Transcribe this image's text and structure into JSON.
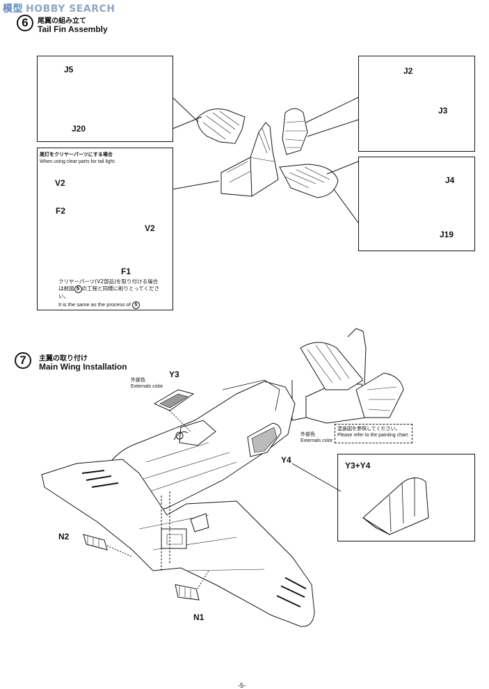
{
  "watermark": {
    "cjk": "模型",
    "text": "HOBBY SEARCH"
  },
  "step6": {
    "number": "6",
    "title_jp": "尾翼の組み立て",
    "title_en": "Tail Fin Assembly",
    "parts": {
      "j5": "J5",
      "j20": "J20",
      "j2": "J2",
      "j3": "J3",
      "j4": "J4",
      "j19": "J19"
    },
    "clear_box": {
      "title_jp": "尾灯をクリヤーパーツにする場合",
      "title_en": "When using clear parts for tail light.",
      "v2_left": "V2",
      "v2_right": "V2",
      "f2": "F2",
      "f1": "F1",
      "note_jp_1": "クリヤーパーツ(V2部品)を取り付ける場合",
      "note_jp_2a": "は前図",
      "note_jp_2b": "の工程と同様に削りとってくださ",
      "note_jp_3": "い。",
      "note_en": "It is the same as the process of",
      "ref_step": "5"
    }
  },
  "step7": {
    "number": "7",
    "title_jp": "主翼の取り付け",
    "title_en": "Main Wing Installation",
    "y3": "Y3",
    "y4": "Y4",
    "ext_color_jp": "外部色",
    "ext_color_en": "Externals color",
    "painting_jp": "塗装図を参照してください。",
    "painting_en": "Please refer to the painting chart.",
    "detail_label": "Y3+Y4",
    "n1": "N1",
    "n2": "N2"
  },
  "page_number": "-5-"
}
